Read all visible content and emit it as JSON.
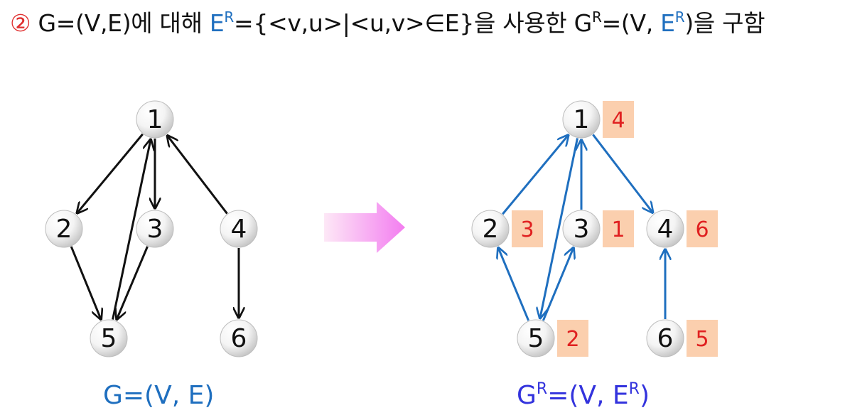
{
  "title": {
    "marker": "②",
    "part1": "G=(V,E)에 대해 ",
    "er_base": "E",
    "er_sup": "R",
    "part2": "={<v,u>|<u,v>∈E}을 사용한 G",
    "gr_sup": "R",
    "part3": "=(V, ",
    "er2_base": "E",
    "er2_sup": "R",
    "part4": ")을 구함"
  },
  "original_graph": {
    "caption": "G=(V, E)",
    "nodes": [
      "1",
      "2",
      "3",
      "4",
      "5",
      "6"
    ],
    "edges": [
      [
        "1",
        "2"
      ],
      [
        "1",
        "3"
      ],
      [
        "2",
        "5"
      ],
      [
        "3",
        "5"
      ],
      [
        "4",
        "1"
      ],
      [
        "4",
        "6"
      ],
      [
        "5",
        "1"
      ]
    ]
  },
  "reversed_graph": {
    "caption_g": "G",
    "caption_sup1": "R",
    "caption_mid": "=(V, E",
    "caption_sup2": "R",
    "caption_end": ")",
    "nodes": [
      "1",
      "2",
      "3",
      "4",
      "5",
      "6"
    ],
    "labels": {
      "1": "4",
      "2": "3",
      "3": "1",
      "4": "6",
      "5": "2",
      "6": "5"
    },
    "edges": [
      [
        "2",
        "1"
      ],
      [
        "3",
        "1"
      ],
      [
        "5",
        "2"
      ],
      [
        "5",
        "3"
      ],
      [
        "1",
        "4"
      ],
      [
        "6",
        "4"
      ],
      [
        "1",
        "5"
      ]
    ]
  },
  "colors": {
    "original_edge": "#111111",
    "reversed_edge": "#1f6fbf",
    "label_box": "#fbcfae",
    "label_text": "#e02020",
    "arrow_gradient_start": "#fde8f6",
    "arrow_gradient_end": "#f37df0"
  }
}
